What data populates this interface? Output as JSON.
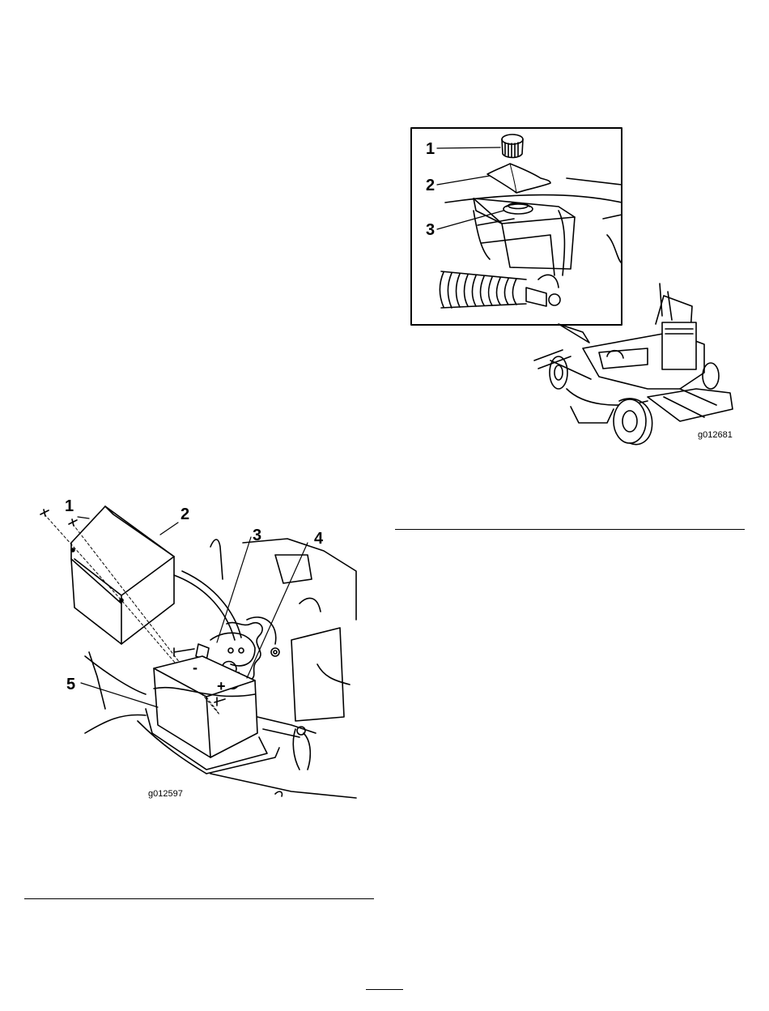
{
  "figure_reservoir": {
    "callouts": [
      "1",
      "2",
      "3"
    ],
    "code": "g012681"
  },
  "figure_battery": {
    "callouts": [
      "1",
      "2",
      "3",
      "4",
      "5"
    ],
    "code": "g012597",
    "terminal_negative": "-",
    "terminal_positive": "+"
  }
}
